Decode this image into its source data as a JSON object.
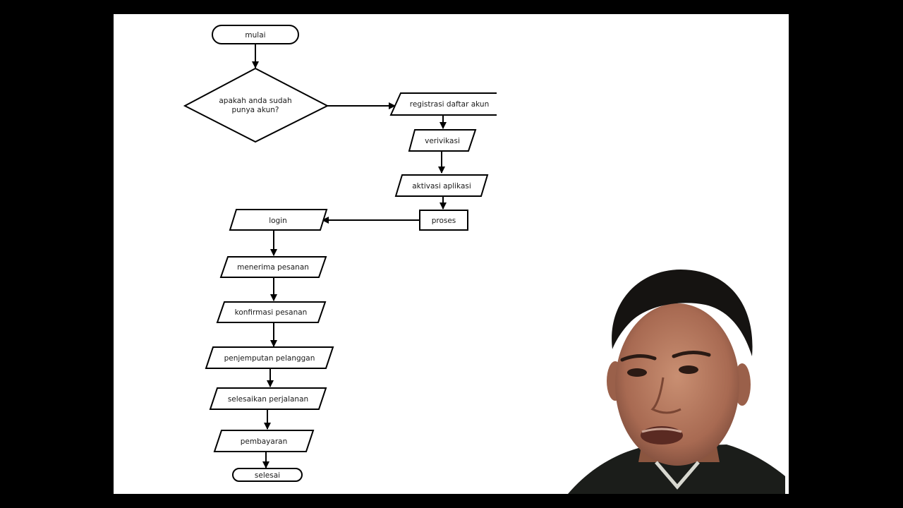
{
  "diagram": {
    "nodes": {
      "mulai": "mulai",
      "decision_line1": "apakah anda sudah",
      "decision_line2": "punya akun?",
      "registrasi": "registrasi daftar akun",
      "verivikasi": "verivikasi",
      "aktivasi": "aktivasi aplikasi",
      "proses": "proses",
      "login": "login",
      "menerima": "menerima pesanan",
      "konfirmasi": "konfirmasi pesanan",
      "penjemputan": "penjemputan pelanggan",
      "selesaikan": "selesaikan perjalanan",
      "pembayaran": "pembayaran",
      "selesai": "selesai"
    }
  },
  "colors": {
    "slide_background": "#ffffff",
    "frame_background": "#000000",
    "stroke": "#000000",
    "text": "#1a1a1a"
  },
  "webcam": {
    "icon": "person-photo-icon"
  }
}
